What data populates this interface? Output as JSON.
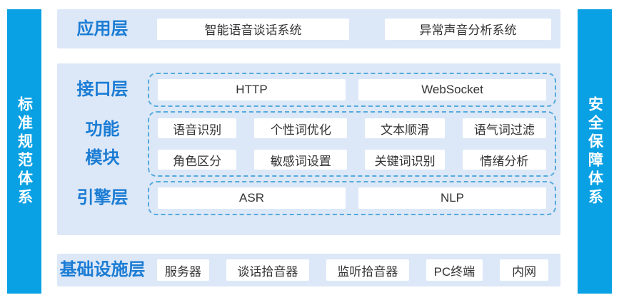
{
  "colors": {
    "pillar_blue": "#0aa1e4",
    "band_background": "#dce8f7",
    "layer_label_blue": "#1b7cd4",
    "dashed_border_blue": "#55aadd",
    "box_background": "#ffffff",
    "box_text": "#333333"
  },
  "left_pillar": {
    "label": "标准规范体系"
  },
  "right_pillar": {
    "label": "安全保障体系"
  },
  "app_layer": {
    "label": "应用层",
    "items": [
      "智能语音谈话系统",
      "异常声音分析系统"
    ]
  },
  "interface_layer": {
    "label": "接口层",
    "items": [
      "HTTP",
      "WebSocket"
    ]
  },
  "function_modules": {
    "label_line1": "功能",
    "label_line2": "模块",
    "rows": [
      [
        "语音识别",
        "个性词优化",
        "文本顺滑",
        "语气词过滤"
      ],
      [
        "角色区分",
        "敏感词设置",
        "关键词识别",
        "情绪分析"
      ]
    ]
  },
  "engine_layer": {
    "label": "引擎层",
    "items": [
      "ASR",
      "NLP"
    ]
  },
  "infrastructure_layer": {
    "label": "基础设施层",
    "items": [
      "服务器",
      "谈话拾音器",
      "监听拾音器",
      "PC终端",
      "内网"
    ]
  }
}
